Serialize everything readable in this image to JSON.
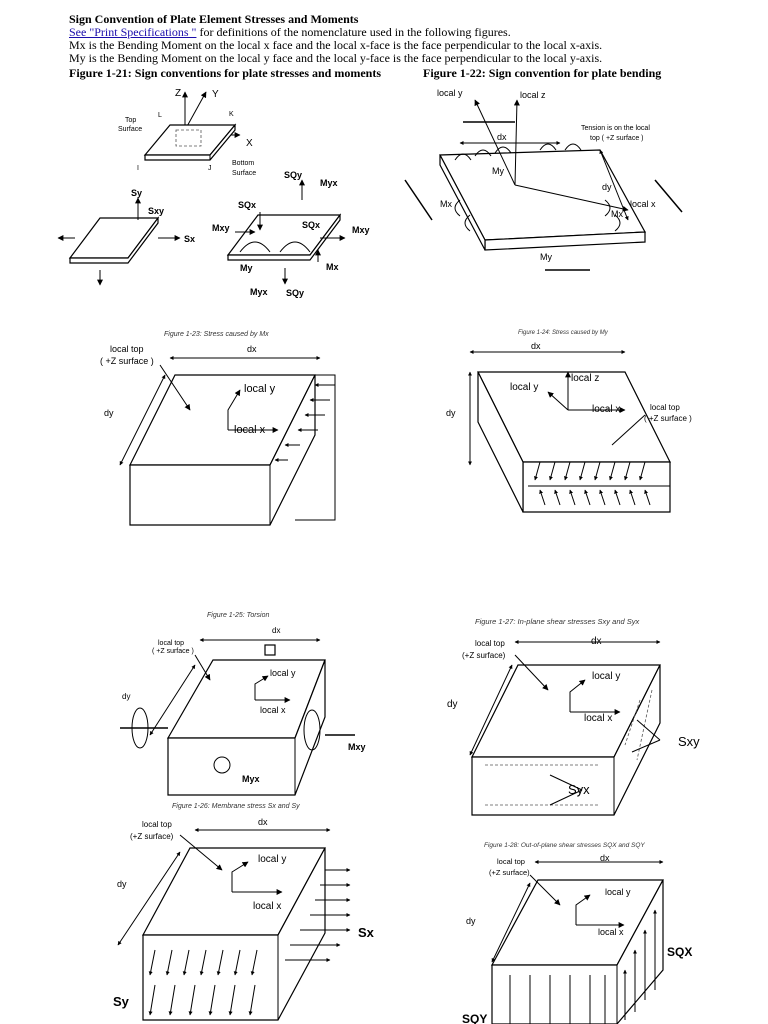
{
  "header": {
    "title": "Sign Convention of Plate Element Stresses and Moments",
    "link_text": "See \"Print Specifications \"",
    "link_suffix": " for definitions of the nomenclature used in the following figures.",
    "mx_def": "Mx is the Bending Moment on the local x face and the local x-face is the face perpendicular to the local x-axis.",
    "my_def": "My is the Bending Moment on the local y face and the local y-face is the face perpendicular to the local y-axis.",
    "fig21_title": "Figure 1-21: Sign conventions for plate stresses and moments",
    "fig22_title": "Figure 1-22: Sign convention for plate bending"
  },
  "fig21": {
    "z": "Z",
    "y": "Y",
    "x": "X",
    "l": "L",
    "k": "K",
    "i": "I",
    "j": "J",
    "top_surface": [
      "Top",
      "Surface"
    ],
    "bottom_surface": [
      "Bottom",
      "Surface"
    ],
    "sy": "Sy",
    "sxy": "Sxy",
    "sx": "Sx",
    "sqy": "SQy",
    "myx": "Myx",
    "sqx": "SQx",
    "mxy": "Mxy",
    "sqx2": "SQx",
    "mxy2": "Mxy",
    "my": "My",
    "mx": "Mx",
    "myx2": "Myx",
    "sqy2": "SQy"
  },
  "fig22": {
    "local_y": "local y",
    "local_z": "local z",
    "dx": "dx",
    "tension": [
      "Tension is on the local",
      "top ( +Z surface )"
    ],
    "my_top": "My",
    "mx_left": "Mx",
    "dy": "dy",
    "local_x": "local x",
    "mx_right": "Mx",
    "my_bottom": "My"
  },
  "fig23": {
    "caption": "Figure 1-23: Stress caused by Mx",
    "local_top": [
      "local top",
      "( +Z surface )"
    ],
    "dx": "dx",
    "dy": "dy",
    "local_y": "local y",
    "local_x": "local x"
  },
  "fig24": {
    "caption": "Figure 1-24: Stress caused by My",
    "dx": "dx",
    "dy": "dy",
    "local_y": "local y",
    "local_z": "local z",
    "local_x": "local x",
    "local_top": [
      "local top",
      "( +Z surface )"
    ]
  },
  "fig25": {
    "caption": "Figure 1-25: Torsion",
    "local_top": [
      "local top",
      "( +Z surface )"
    ],
    "dx": "dx",
    "dy": "dy",
    "local_y": "local y",
    "local_x": "local x",
    "mxy": "Mxy",
    "myx": "Myx"
  },
  "fig26": {
    "caption": "Figure 1-26: Membrane stress Sx and Sy",
    "local_top": [
      "local top",
      "(+Z surface)"
    ],
    "dx": "dx",
    "dy": "dy",
    "local_y": "local y",
    "local_x": "local x",
    "sx": "Sx",
    "sy": "Sy"
  },
  "fig27": {
    "caption": "Figure 1-27: In-plane shear stresses Sxy and Syx",
    "local_top": [
      "local top",
      "(+Z surface)"
    ],
    "dx": "dx",
    "dy": "dy",
    "local_y": "local y",
    "local_x": "local x",
    "sxy": "Sxy",
    "syx": "Syx"
  },
  "fig28": {
    "caption": "Figure 1-28: Out-of-plane shear stresses SQX and SQY",
    "local_top": [
      "local top",
      "(+Z surface)"
    ],
    "dx": "dx",
    "dy": "dy",
    "local_y": "local y",
    "local_x": "local x",
    "sqx": "SQX",
    "sqy": "SQY"
  }
}
